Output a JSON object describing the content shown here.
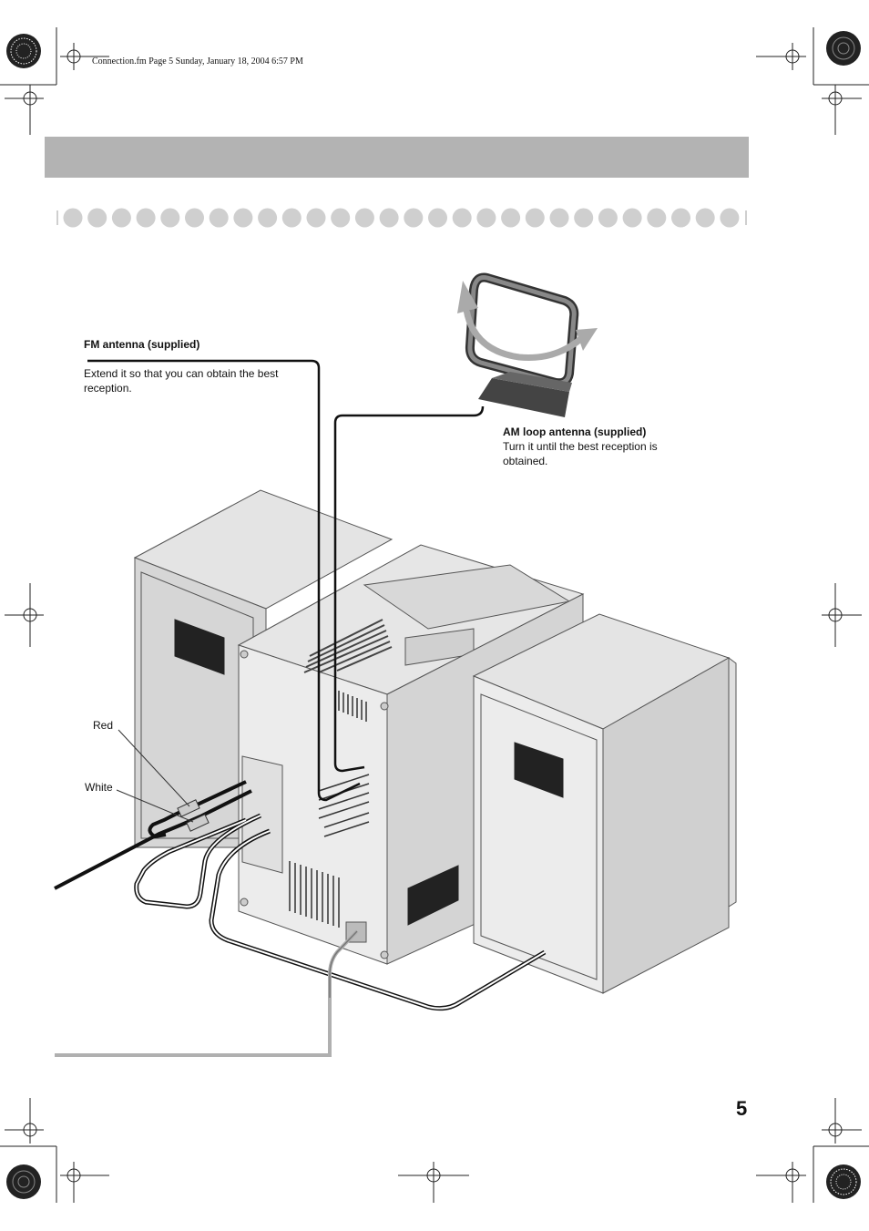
{
  "header": {
    "print_line": "Connection.fm  Page 5  Sunday, January 18, 2004  6:57 PM"
  },
  "fm_antenna": {
    "title": "FM antenna (supplied)",
    "desc_line1": "Extend it so that you can obtain the best",
    "desc_line2": "reception."
  },
  "am_antenna": {
    "title": "AM loop antenna (supplied)",
    "desc_line1": "Turn it until the best reception is",
    "desc_line2": "obtained."
  },
  "cable_labels": {
    "red": "Red",
    "white": "White"
  },
  "page": {
    "number": "5"
  },
  "colors": {
    "bar": "#b3b3b3",
    "dots": "#cfcfcf",
    "panel": "#dcdcdc",
    "cable": "#111111",
    "power_cord": "#b0b0b0"
  }
}
